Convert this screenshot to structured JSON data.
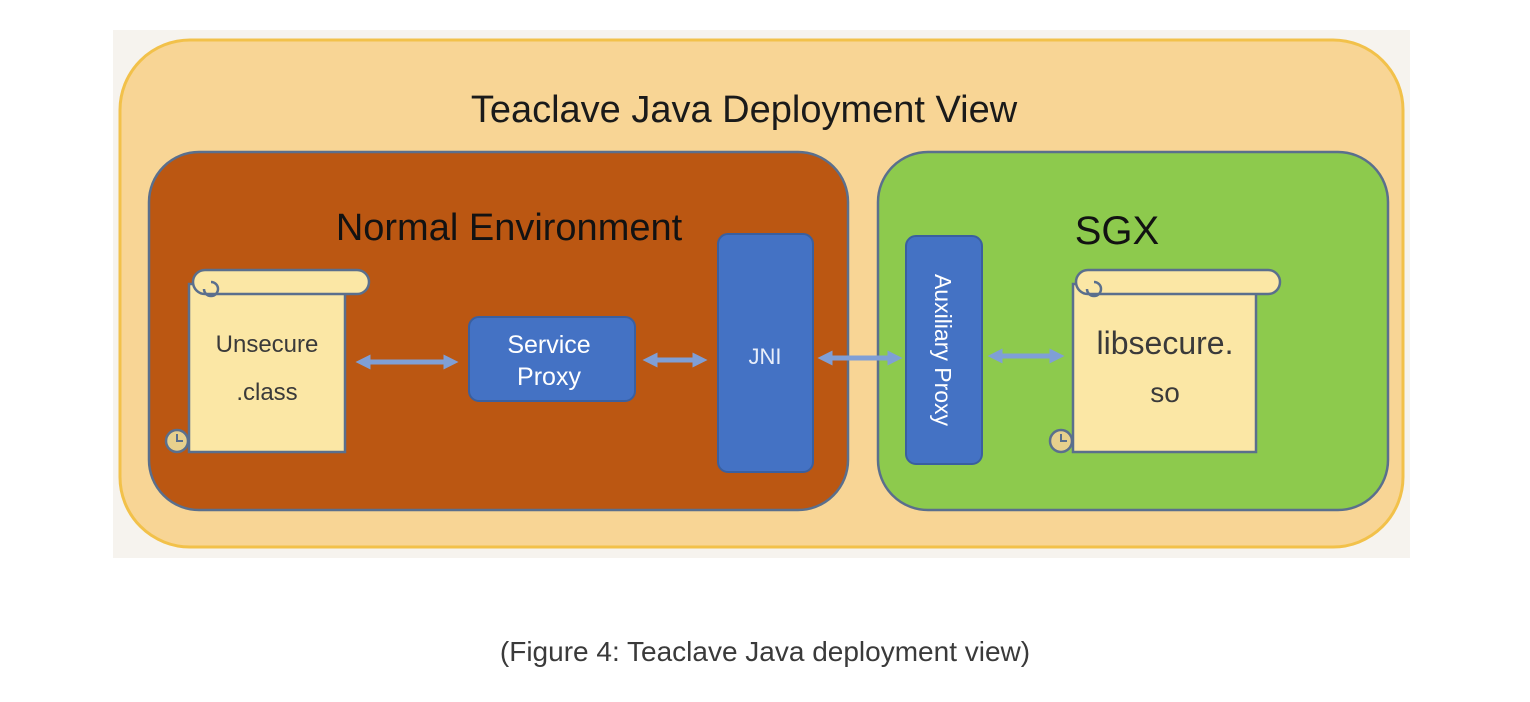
{
  "diagram": {
    "title": "Teaclave Java Deployment View",
    "normal_env": {
      "label": "Normal Environment",
      "unsecure_class": [
        "Unsecure",
        ".class"
      ],
      "service_proxy": [
        "Service",
        "Proxy"
      ],
      "jni": "JNI"
    },
    "sgx": {
      "label": "SGX",
      "auxiliary_proxy": "Auxiliary Proxy",
      "libsecure_so": [
        "libsecure.",
        "so"
      ]
    }
  },
  "caption": "(Figure 4: Teaclave Java deployment view)"
}
